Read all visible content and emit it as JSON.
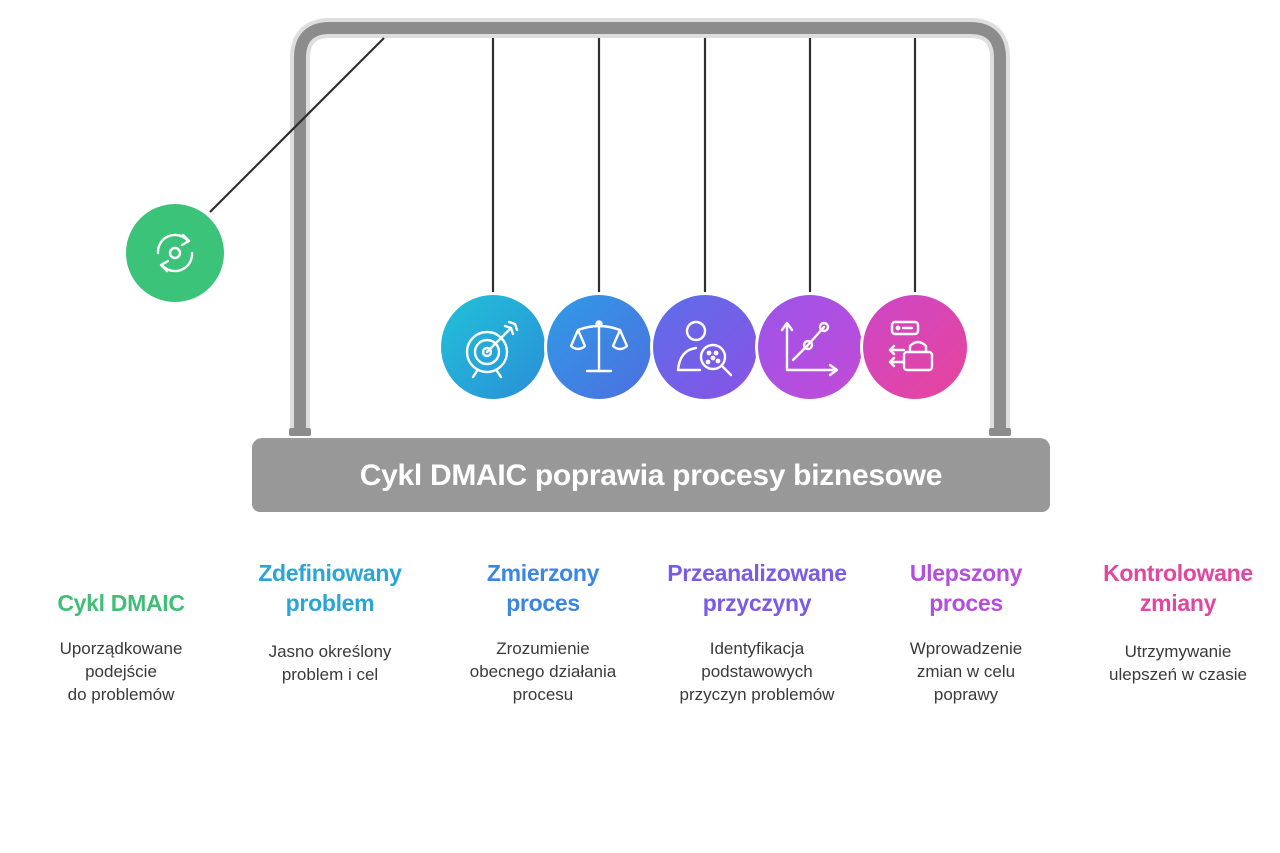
{
  "title": "Cykl DMAIC poprawia procesy biznesowe",
  "items": [
    {
      "heading": "Cykl DMAIC",
      "description": "Uporządkowane\npodejście\ndo problemów",
      "color": "#3fbf77",
      "icon": "cycle-icon"
    },
    {
      "heading": "Zdefiniowany\nproblem",
      "description": "Jasno określony\nproblem i cel",
      "color": "#2aa6d6",
      "icon": "target-icon"
    },
    {
      "heading": "Zmierzony\nproces",
      "description": "Zrozumienie\nobecnego działania\nprocesu",
      "color": "#3b86e0",
      "icon": "scale-icon"
    },
    {
      "heading": "Przeanalizowane\nprzyczyny",
      "description": "Identyfikacja\npodstawowych\nprzyczyn problemów",
      "color": "#7a5ae6",
      "icon": "person-search-icon"
    },
    {
      "heading": "Ulepszony\nproces",
      "description": "Wprowadzenie\nzmian w celu\npoprawy",
      "color": "#b34fe0",
      "icon": "chart-growth-icon"
    },
    {
      "heading": "Kontrolowane\nzmiany",
      "description": "Utrzymywanie\nulepszeń w czasie",
      "color": "#e0479e",
      "icon": "lock-transfer-icon"
    }
  ]
}
